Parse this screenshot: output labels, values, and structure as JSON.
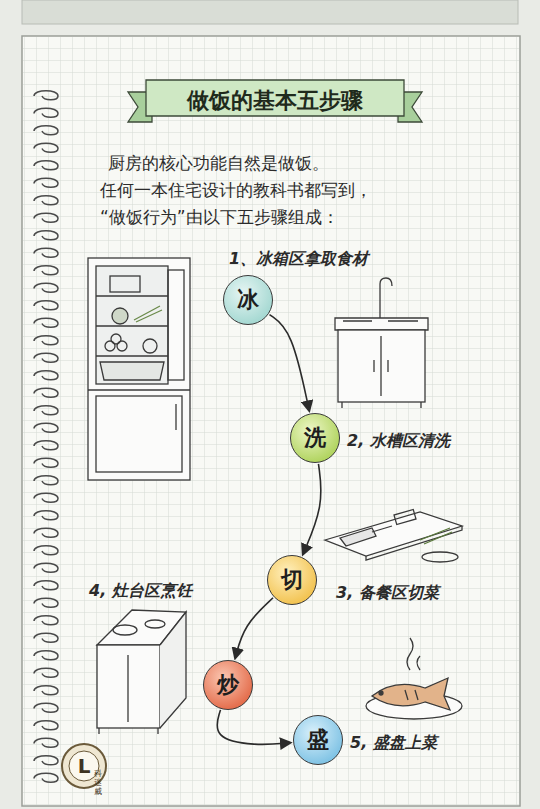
{
  "diagram": {
    "title": "做饭的基本五步骤",
    "nodes": [
      {
        "text": [
          "冰",
          "1、冰箱区拿取食材"
        ]
      },
      {
        "text": [
          "洗",
          "2, 水槽区清洗"
        ]
      },
      {
        "text": [
          "切",
          "3, 备餐区切菜"
        ]
      },
      {
        "text": [
          "炒",
          "4, 灶台区烹饪"
        ]
      },
      {
        "text": [
          "盛",
          "5, 盛盘上菜"
        ]
      }
    ],
    "edges": [
      {
        "from": 0,
        "to": 1,
        "arrow": "to"
      },
      {
        "from": 1,
        "to": 2,
        "arrow": "to"
      },
      {
        "from": 2,
        "to": 3,
        "arrow": "to"
      },
      {
        "from": 3,
        "to": 4,
        "arrow": "to"
      }
    ],
    "labels": [
      "厨房的核心功能自然是做饭。 任何一本住宅设计的教科书都写到， “做饭行为”由以下五步骤组成：",
      "L",
      "科迷威"
    ]
  }
}
